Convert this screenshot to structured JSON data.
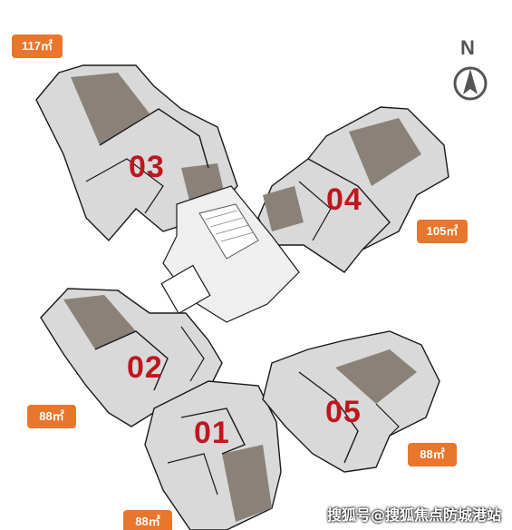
{
  "units": [
    {
      "id": "03",
      "area": "117㎡"
    },
    {
      "id": "04",
      "area": "105㎡"
    },
    {
      "id": "02",
      "area": "88㎡"
    },
    {
      "id": "01",
      "area": "88㎡"
    },
    {
      "id": "05",
      "area": "88㎡"
    }
  ],
  "compass": {
    "label": "N"
  },
  "watermark": {
    "text": "搜狐号@搜狐焦点防城港站"
  },
  "colors": {
    "badge": "#e8762c",
    "unit_number": "#c0161e",
    "floor": "#d9d9d9",
    "dark_room": "#8a8178",
    "core": "#efefef",
    "wall": "#1a1a1a"
  }
}
